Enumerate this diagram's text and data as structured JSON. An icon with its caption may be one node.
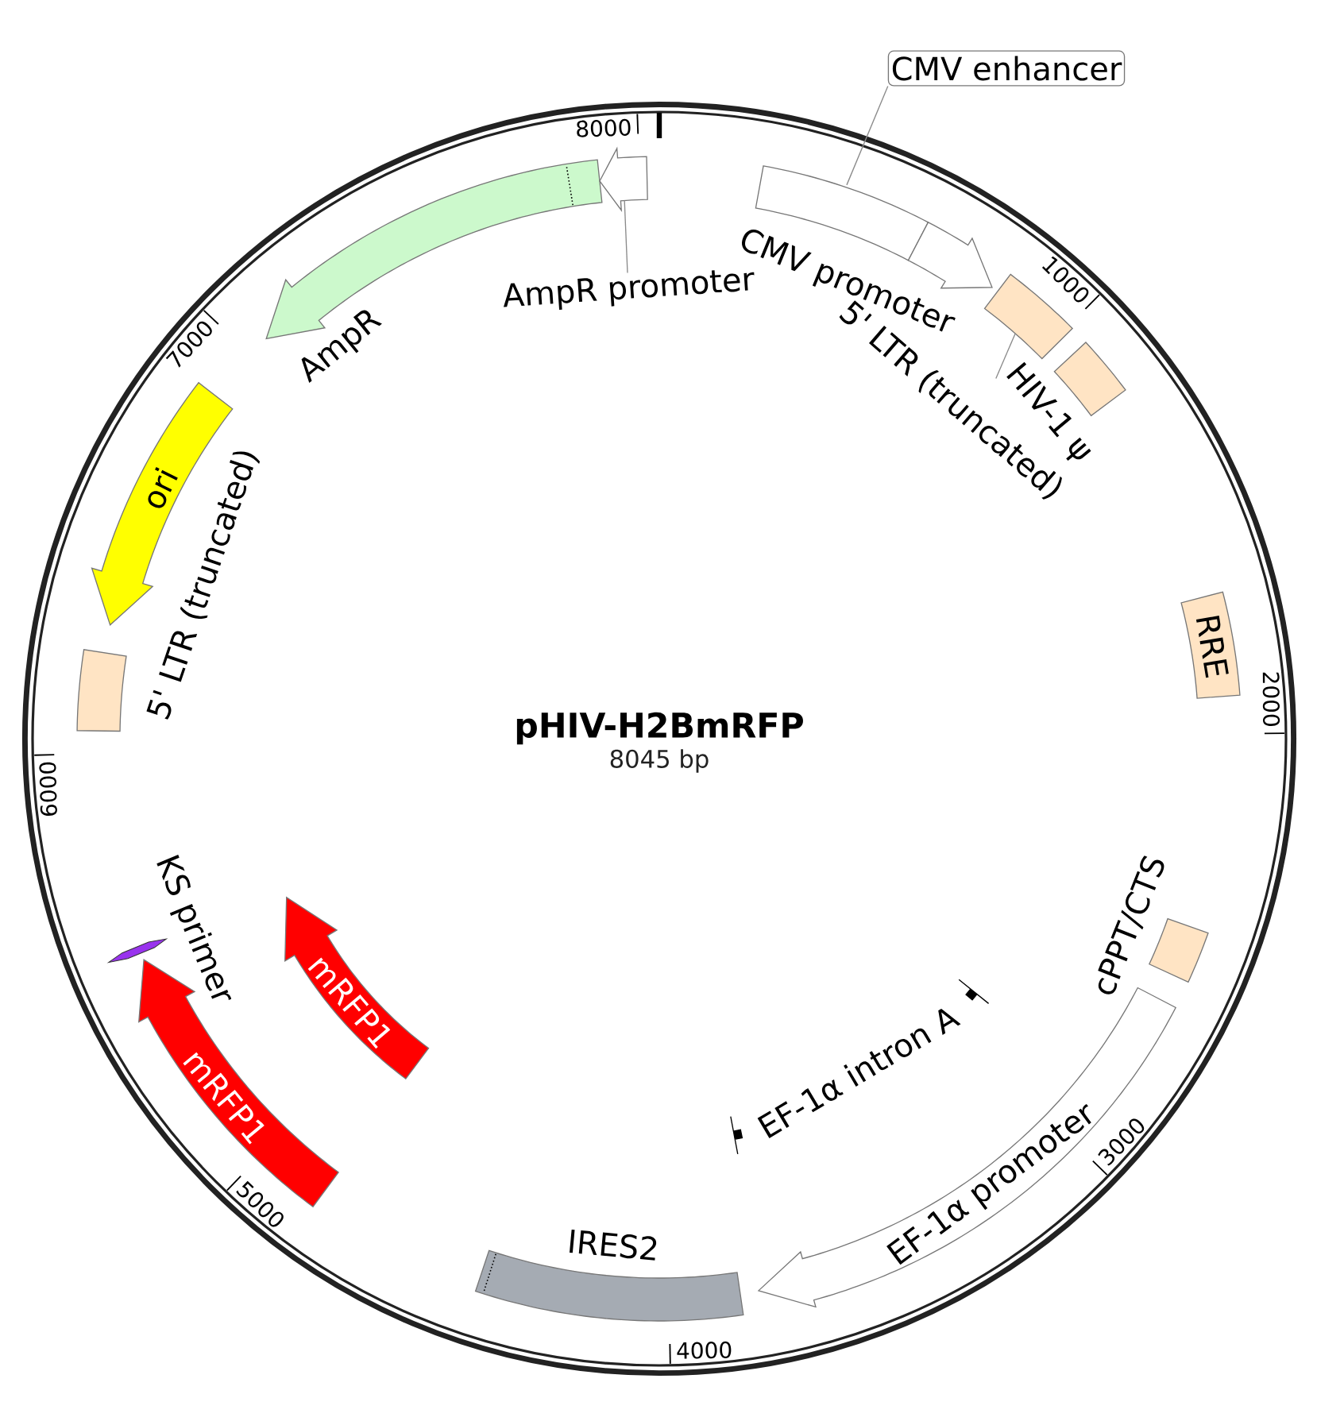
{
  "diagram": {
    "title": "pHIV-H2BmRFP",
    "nodes": [
      {
        "text": [
          "CMV enhancer"
        ]
      },
      {
        "text": [],
        "shape": "bar"
      },
      {
        "text": [
          "CMV promoter"
        ]
      },
      {
        "text": [],
        "shape": "box"
      },
      {
        "text": [
          "HIV-1 ψ"
        ]
      },
      {
        "text": [],
        "shape": "box"
      },
      {
        "text": [
          "RRE"
        ]
      },
      {
        "text": [
          "cPPT/CTS"
        ]
      },
      {
        "text": [
          "EF-1α promoter"
        ]
      },
      {
        "text": [
          "EF-1α intron A"
        ]
      },
      {
        "text": [
          "IRES2"
        ]
      },
      {
        "text": [
          "mRFP1"
        ]
      },
      {
        "text": [
          "mRFP1"
        ]
      },
      {
        "text": [
          "KS primer"
        ]
      },
      {
        "text": [
          "5' LTR (truncated)"
        ]
      },
      {
        "text": [
          "ori"
        ]
      },
      {
        "text": [
          "AmpR"
        ]
      },
      {
        "text": [],
        "shape": "arrow"
      },
      {
        "text": [
          "AmpR promoter"
        ]
      }
    ],
    "edges": [
      {
        "from": 0,
        "to": 1,
        "arrow": "none"
      },
      {
        "from": 4,
        "to": 3,
        "arrow": "none"
      },
      {
        "from": 18,
        "to": 17,
        "arrow": "none"
      }
    ],
    "labels": [
      "1000",
      "2000",
      "3000",
      "4000",
      "5000",
      "6000",
      "7000",
      "8000",
      "5' LTR (truncated)",
      "8045 bp"
    ]
  }
}
